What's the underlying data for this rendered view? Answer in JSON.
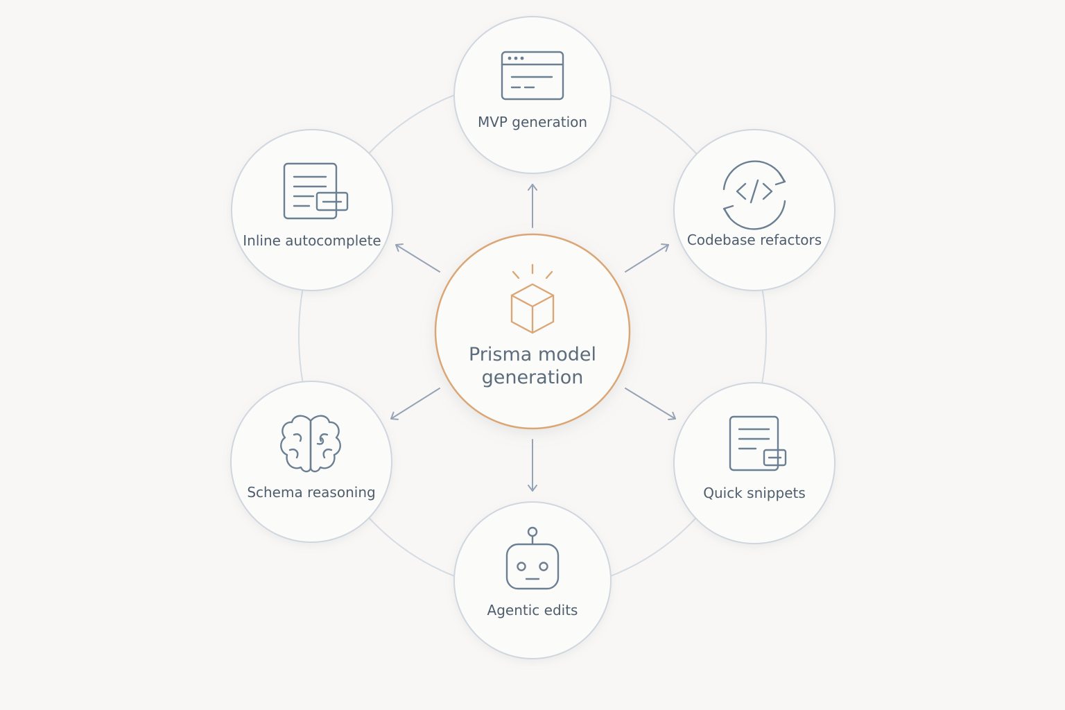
{
  "diagram": {
    "center": {
      "label_line1": "Prisma model",
      "label_line2": "generation",
      "icon": "cube-icon",
      "accent_color": "#dba675"
    },
    "nodes": [
      {
        "id": "mvp-generation",
        "label": "MVP generation",
        "icon": "browser-window-icon"
      },
      {
        "id": "codebase-refactors",
        "label": "Codebase refactors",
        "icon": "code-refresh-icon"
      },
      {
        "id": "quick-snippets",
        "label": "Quick snippets",
        "icon": "document-snippet-icon"
      },
      {
        "id": "agentic-edits",
        "label": "Agentic edits",
        "icon": "robot-icon"
      },
      {
        "id": "schema-reasoning",
        "label": "Schema reasoning",
        "icon": "brain-icon"
      },
      {
        "id": "inline-autocomplete",
        "label": "Inline autocomplete",
        "icon": "document-autocomplete-icon"
      }
    ],
    "colors": {
      "background": "#f8f7f5",
      "node_stroke": "#cfd6de",
      "arrow": "#94a3b5",
      "icon": "#6b7f93",
      "text": "#4e5d6d"
    }
  }
}
